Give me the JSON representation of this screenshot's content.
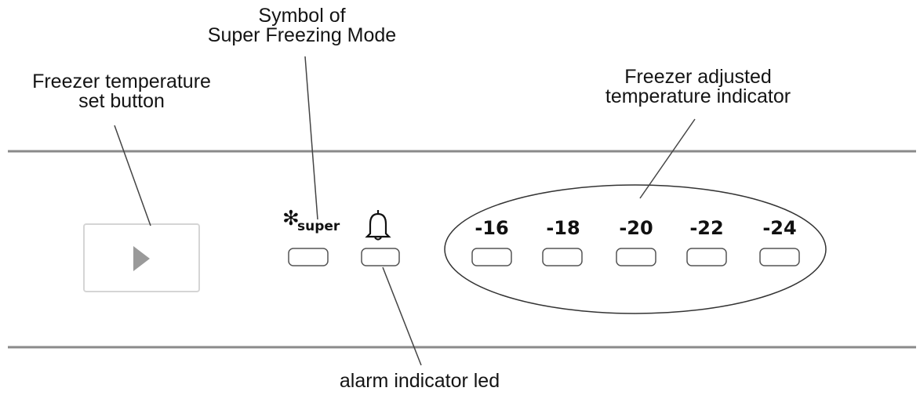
{
  "callouts": {
    "symbol_super": {
      "line1": "Symbol of",
      "line2": "Super Freezing Mode"
    },
    "set_button": {
      "line1": "Freezer temperature",
      "line2": "set button"
    },
    "adjusted_indicator": {
      "line1": "Freezer adjusted",
      "line2": "temperature  indicator"
    },
    "alarm_led": {
      "line1": "alarm indicator led"
    }
  },
  "panel": {
    "set_button_icon": "play-triangle-icon",
    "super_icon": "snowflake-icon",
    "super_text": "super",
    "alarm_icon": "bell-icon",
    "temperatures": [
      "-16",
      "-18",
      "-20",
      "-22",
      "-24"
    ]
  },
  "colors": {
    "panel_lines": "#8a8a8a",
    "led_outline": "#555555",
    "button_outline": "#d5d5d5",
    "triangle": "#9a9a9a"
  }
}
